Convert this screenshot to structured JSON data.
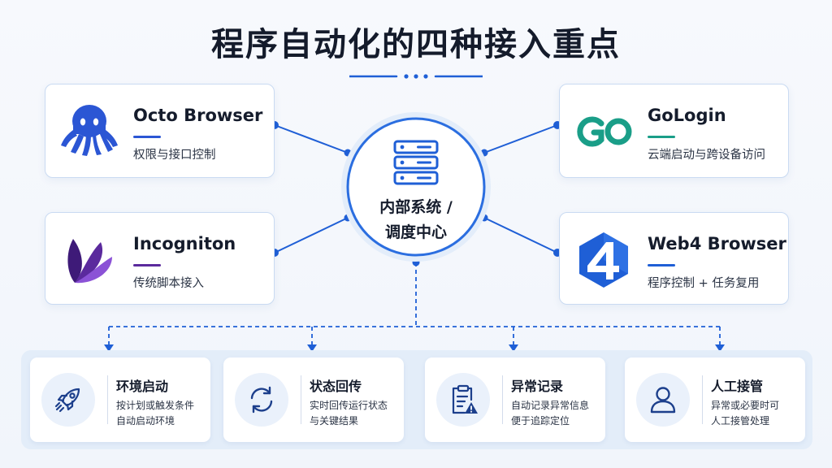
{
  "title": "程序自动化的四种接入重点",
  "colors": {
    "primary": "#1f5fd6",
    "navy": "#1c3f8c",
    "octo": "#2b56d4",
    "gologin": "#1a9e88",
    "incogniton": "#5b2a9d",
    "web4": "#1f5fd6"
  },
  "hub": {
    "icon": "server-icon",
    "line1": "内部系统 /",
    "line2": "调度中心"
  },
  "browsers": [
    {
      "name": "Octo Browser",
      "desc": "权限与接口控制",
      "icon": "octopus-icon"
    },
    {
      "name": "GoLogin",
      "desc": "云端启动与跨设备访问",
      "icon": "gologin-logo-icon"
    },
    {
      "name": "Incogniton",
      "desc": "传统脚本接入",
      "icon": "incogniton-logo-icon"
    },
    {
      "name": "Web4 Browser",
      "desc": "程序控制 + 任务复用",
      "icon": "web4-logo-icon"
    }
  ],
  "features": [
    {
      "title": "环境启动",
      "desc1": "按计划或触发条件",
      "desc2": "自动启动环境",
      "icon": "rocket-icon"
    },
    {
      "title": "状态回传",
      "desc1": "实时回传运行状态",
      "desc2": "与关键结果",
      "icon": "sync-icon"
    },
    {
      "title": "异常记录",
      "desc1": "自动记录异常信息",
      "desc2": "便于追踪定位",
      "icon": "clipboard-warning-icon"
    },
    {
      "title": "人工接管",
      "desc1": "异常或必要时可",
      "desc2": "人工接管处理",
      "icon": "user-icon"
    }
  ]
}
